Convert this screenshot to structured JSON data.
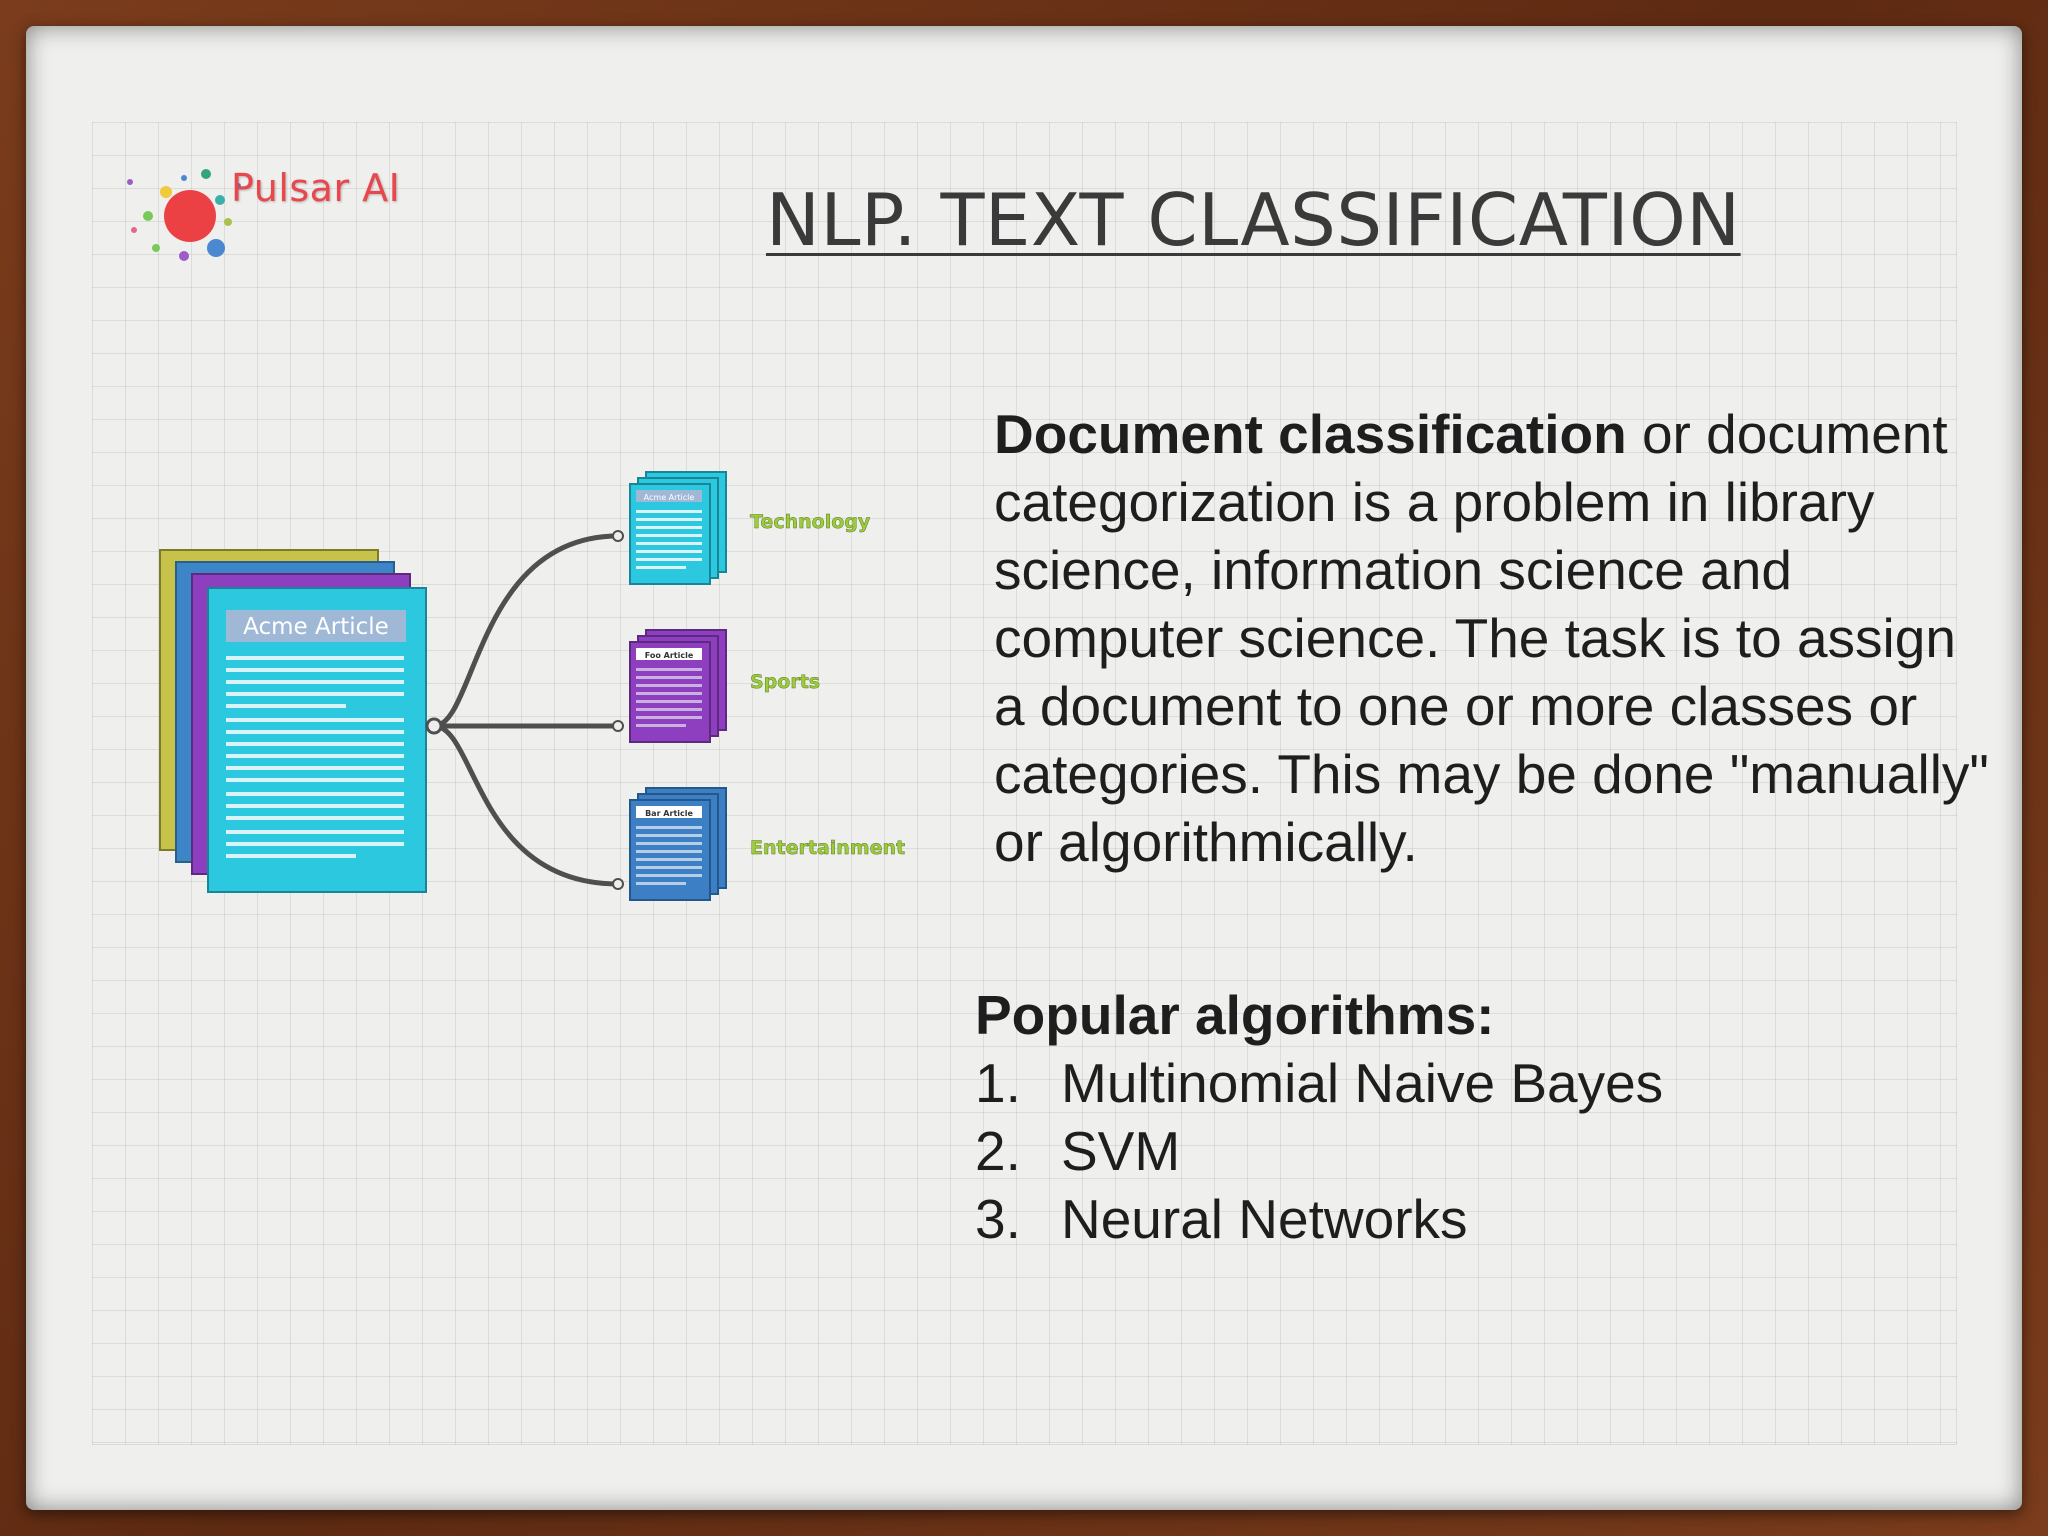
{
  "logo": {
    "text": "Pulsar AI"
  },
  "title": "NLP. TEXT CLASSIFICATION",
  "diagram": {
    "main_doc": "Acme Article",
    "categories": [
      {
        "label": "Technology",
        "doc": "Acme Article",
        "color": "#2bc8e0"
      },
      {
        "label": "Sports",
        "doc": "Foo Article",
        "color": "#8e3fbf"
      },
      {
        "label": "Entertainment",
        "doc": "Bar Article",
        "color": "#3c7fc4"
      }
    ]
  },
  "description": {
    "bold": "Document classification",
    "rest": " or document categorization is a problem in library science, information science and computer science. The task is to assign a document to one or more classes or categories. This may be done \"manually\" or algorithmically."
  },
  "algorithms": {
    "heading": "Popular algorithms:",
    "items": [
      {
        "num": "1.",
        "label": "Multinomial Naive Bayes"
      },
      {
        "num": "2.",
        "label": "SVM"
      },
      {
        "num": "3.",
        "label": "Neural Networks"
      }
    ]
  }
}
